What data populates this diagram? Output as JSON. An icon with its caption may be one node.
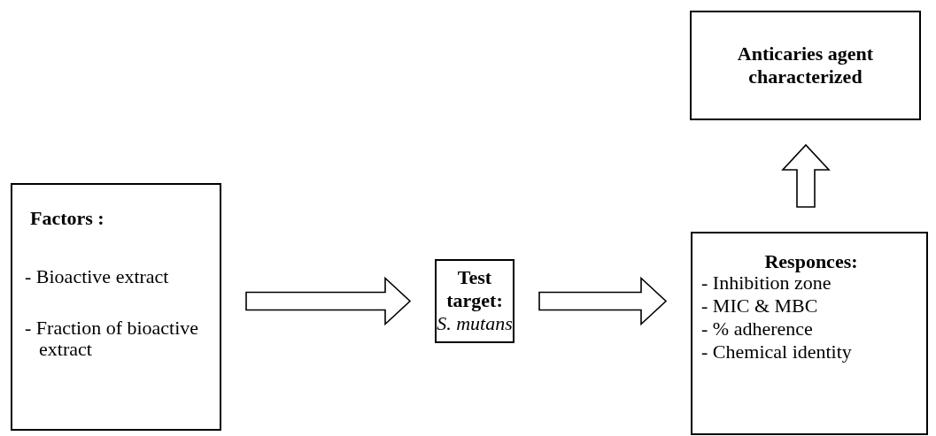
{
  "diagram": {
    "nodes": [
      {
        "text": [
          "Factors :",
          "- Bioactive extract",
          "- Fraction of bioactive extract"
        ]
      },
      {
        "text": [
          "Test target:",
          "S. mutans"
        ]
      },
      {
        "text": [
          "Responces:",
          "- Inhibition zone",
          "- MIC & MBC",
          "- % adherence",
          "- Chemical identity"
        ]
      },
      {
        "text": [
          "Anticaries agent characterized"
        ]
      }
    ],
    "edges": [
      {
        "from": 0,
        "to": 1,
        "arrow": "to"
      },
      {
        "from": 1,
        "to": 2,
        "arrow": "to"
      },
      {
        "from": 2,
        "to": 3,
        "arrow": "to"
      }
    ]
  }
}
